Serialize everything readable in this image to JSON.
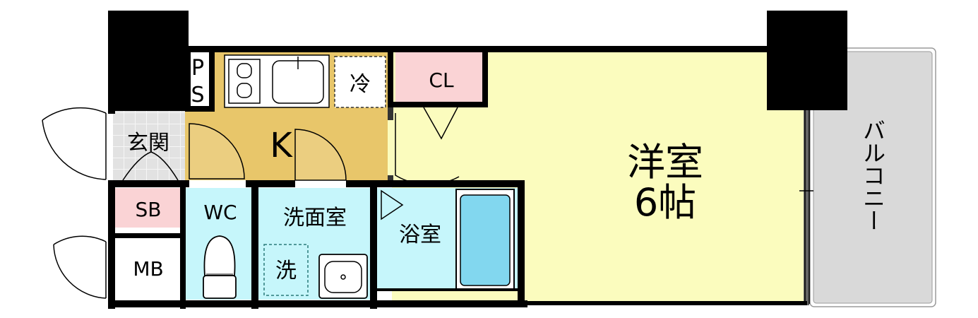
{
  "labels": {
    "ps": [
      "P",
      "S"
    ],
    "fridge": "冷",
    "closet": "CL",
    "entrance": "玄関",
    "kitchen": "K",
    "western_room": "洋室",
    "western_size": "6帖",
    "balcony": "バルコニー",
    "shoebox": "SB",
    "wc": "WC",
    "washroom": "洗面室",
    "washer": "洗",
    "bathroom": "浴室",
    "meter_box": "MB"
  },
  "colors": {
    "wall": "#000000",
    "kitchen": "#e8c66a",
    "western_room": "#fbfcbe",
    "closet": "#fad3d5",
    "shoebox": "#fad3d5",
    "wet_area": "#c6f6fb",
    "bathtub": "#82d7ef",
    "balcony": "#d9d9d9",
    "entrance_tile": "#e2e2e2"
  }
}
